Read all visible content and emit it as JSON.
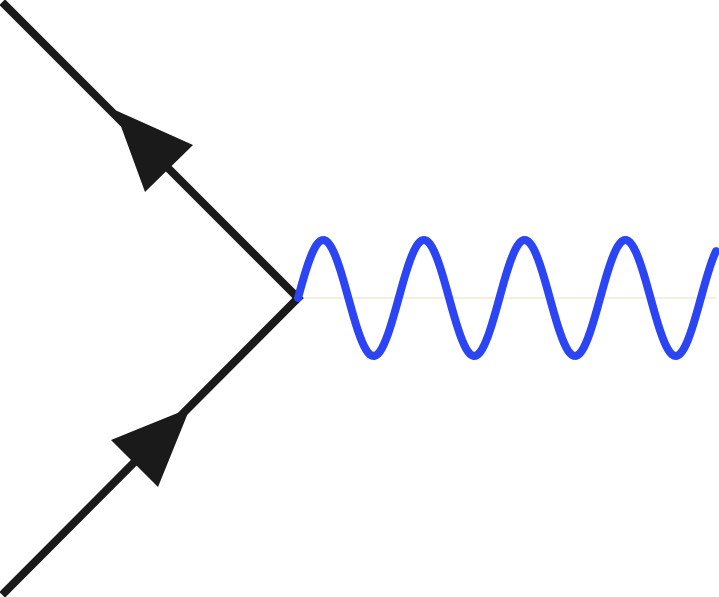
{
  "diagram": {
    "type": "feynman-vertex",
    "colors": {
      "fermion_line": "#1a1a1a",
      "photon_line": "#2b45f5",
      "axis_hint": "#f2dcc0",
      "background": "#ffffff"
    },
    "elements": {
      "incoming_fermion": {
        "arrow_direction": "toward-vertex"
      },
      "outgoing_fermion": {
        "arrow_direction": "away-from-vertex"
      },
      "photon": {
        "style": "wavy",
        "periods": 4
      }
    }
  }
}
